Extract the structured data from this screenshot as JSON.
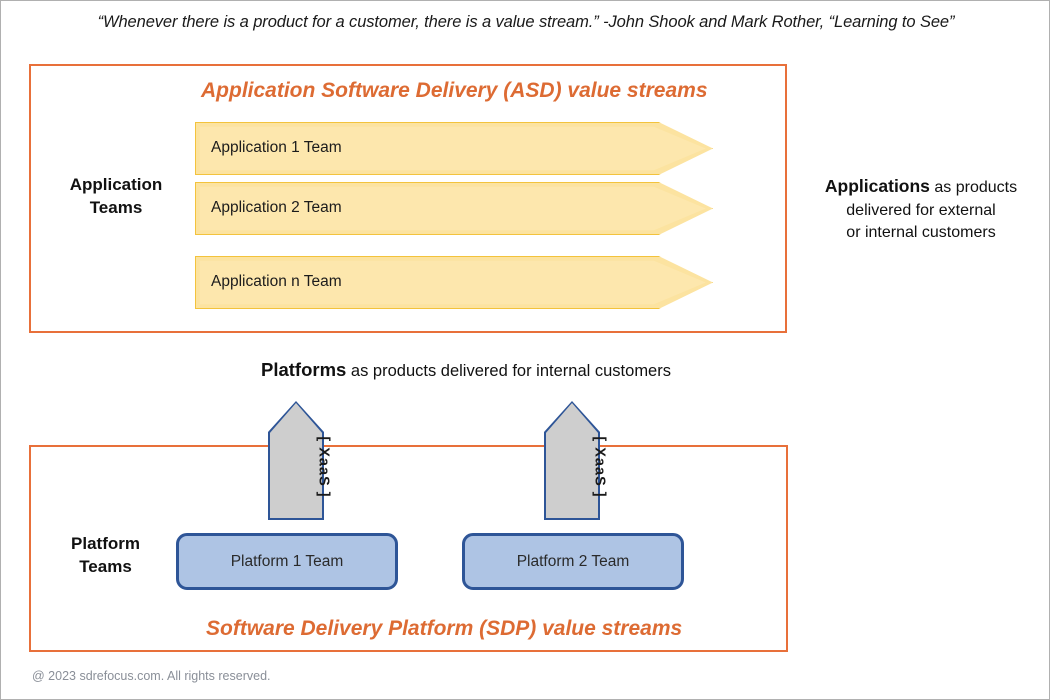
{
  "quote": "“Whenever there is a product for a customer, there is a value stream.” -John Shook and Mark Rother, “Learning to See”",
  "colors": {
    "stream_border": "#E8703A",
    "stream_title": "#DD6B33",
    "app_arrow_fill": "#FDE7AD",
    "app_arrow_border": "#F3C33C",
    "xaas_fill": "#CECECE",
    "xaas_border": "#2E5597",
    "platform_fill": "#AEC4E4",
    "platform_border": "#2E5597",
    "footer_text": "#8A8F98"
  },
  "asd_section": {
    "title": "Application Software Delivery (ASD) value streams",
    "side_label": "Application\nTeams",
    "side_label_line1": "Application",
    "side_label_line2": "Teams",
    "arrows": [
      {
        "label": "Application 1 Team"
      },
      {
        "label": "Application 2 Team"
      },
      {
        "label": "Application n Team"
      }
    ],
    "note": {
      "strong": "Applications",
      "rest": " as products delivered for external or internal customers",
      "line1_strong": "Applications",
      "line1_rest": " as products",
      "line2": "delivered for external",
      "line3": "or internal customers"
    }
  },
  "platforms_caption": {
    "strong": "Platforms",
    "rest": " as products delivered for internal customers"
  },
  "sdp_section": {
    "title": "Software Delivery Platform (SDP) value streams",
    "side_label_line1": "Platform",
    "side_label_line2": "Teams",
    "xaas_arrows": [
      {
        "label": "[ XaaS ]"
      },
      {
        "label": "[ XaaS ]"
      }
    ],
    "platform_boxes": [
      {
        "label": "Platform 1 Team"
      },
      {
        "label": "Platform 2 Team"
      }
    ]
  },
  "footer": "@ 2023 sdrefocus.com. All rights reserved."
}
